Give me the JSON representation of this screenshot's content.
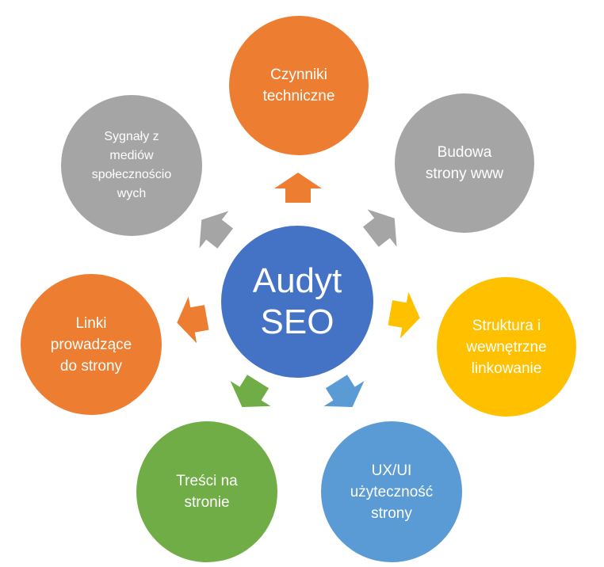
{
  "diagram": {
    "center": {
      "label": "Audyt\nSEO",
      "color": "#4472C4"
    },
    "nodes": [
      {
        "id": "tech",
        "label": "Czynniki\ntechniczne",
        "color": "#ED7D31"
      },
      {
        "id": "build",
        "label": "Budowa\nstrony www",
        "color": "#A5A5A5"
      },
      {
        "id": "struct",
        "label": "Struktura i\nwewnętrzne\nlinkowanie",
        "color": "#FFC000"
      },
      {
        "id": "ux",
        "label": "UX/UI\nużyteczność\nstrony",
        "color": "#5B9BD5"
      },
      {
        "id": "content",
        "label": "Treści na\nstronie",
        "color": "#70AD47"
      },
      {
        "id": "links",
        "label": "Linki\nprowadzące\ndo strony",
        "color": "#ED7D31"
      },
      {
        "id": "social",
        "label": "Sygnały z\nmediów\nspołecznościo\nwych",
        "color": "#A5A5A5"
      }
    ]
  }
}
